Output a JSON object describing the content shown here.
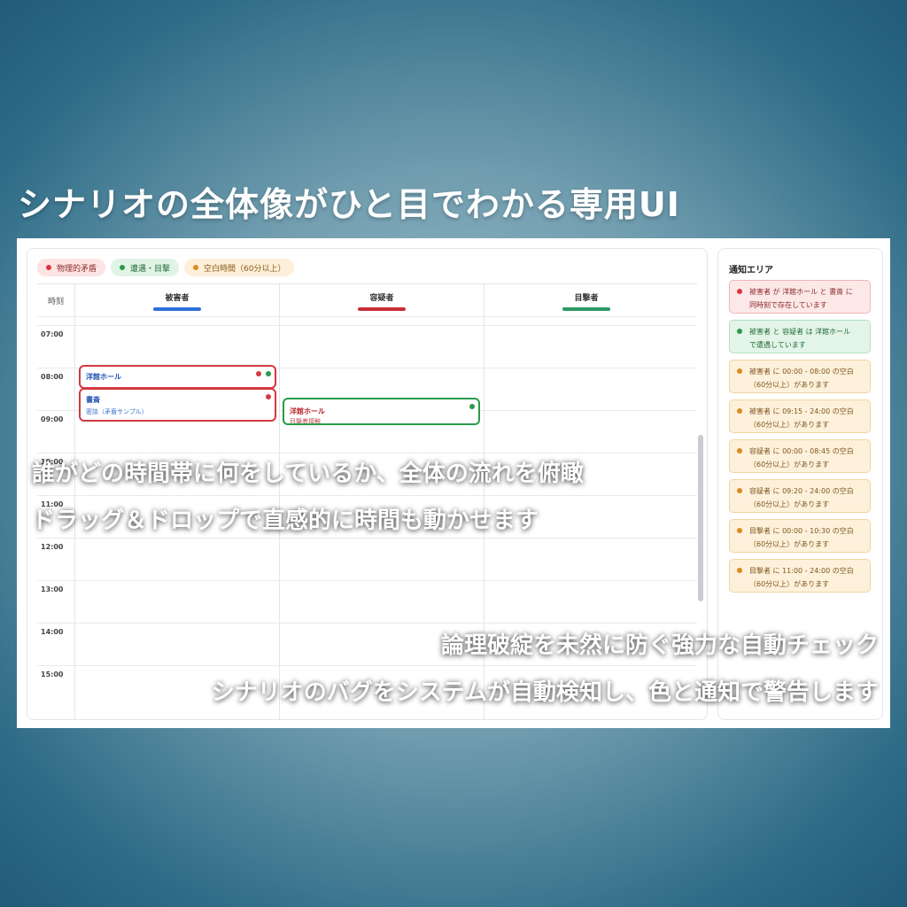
{
  "headline": "シナリオの全体像がひと目でわかる専用UI",
  "legend": [
    {
      "label": "物理的矛盾"
    },
    {
      "label": "遭遇・目撃"
    },
    {
      "label": "空白時間（60分以上）"
    }
  ],
  "grid": {
    "time_header": "時刻",
    "columns": [
      {
        "name": "被害者",
        "color": "#2f6fdc"
      },
      {
        "name": "容疑者",
        "color": "#c92e37"
      },
      {
        "name": "目撃者",
        "color": "#2a9a62"
      }
    ],
    "hours": [
      "07:00",
      "08:00",
      "09:00",
      "10:00",
      "11:00",
      "12:00",
      "13:00",
      "14:00",
      "15:00"
    ]
  },
  "events": [
    {
      "title": "洋館ホール",
      "subtitle": ""
    },
    {
      "title": "書斎",
      "subtitle": "密談（矛盾サンプル）"
    },
    {
      "title": "洋館ホール",
      "subtitle": "目撃者接触"
    }
  ],
  "notifications": {
    "title": "通知エリア",
    "items": [
      {
        "kind": "red",
        "line1": "被害者 が 洋館ホール と 書斎 に",
        "line2": "同時刻で存在しています"
      },
      {
        "kind": "green",
        "line1": "被害者 と 容疑者 は 洋館ホール",
        "line2": "で遭遇しています"
      },
      {
        "kind": "orange",
        "line1": "被害者 に 00:00 - 08:00 の空白",
        "line2": "（60分以上）があります"
      },
      {
        "kind": "orange",
        "line1": "被害者 に 09:15 - 24:00 の空白",
        "line2": "（60分以上）があります"
      },
      {
        "kind": "orange",
        "line1": "容疑者 に 00:00 - 08:45 の空白",
        "line2": "（60分以上）があります"
      },
      {
        "kind": "orange",
        "line1": "容疑者 に 09:20 - 24:00 の空白",
        "line2": "（60分以上）があります"
      },
      {
        "kind": "orange",
        "line1": "目撃者 に 00:00 - 10:30 の空白",
        "line2": "（60分以上）があります"
      },
      {
        "kind": "orange",
        "line1": "目撃者 に 11:00 - 24:00 の空白",
        "line2": "（60分以上）があります"
      }
    ]
  },
  "overlay": {
    "line1": "誰がどの時間帯に何をしているか、全体の流れを俯瞰",
    "line2": "ドラッグ＆ドロップで直感的に時間も動かせます",
    "line3": "論理破綻を未然に防ぐ強力な自動チェック",
    "line4": "シナリオのバグをシステムが自動検知し、色と通知で警告します"
  }
}
